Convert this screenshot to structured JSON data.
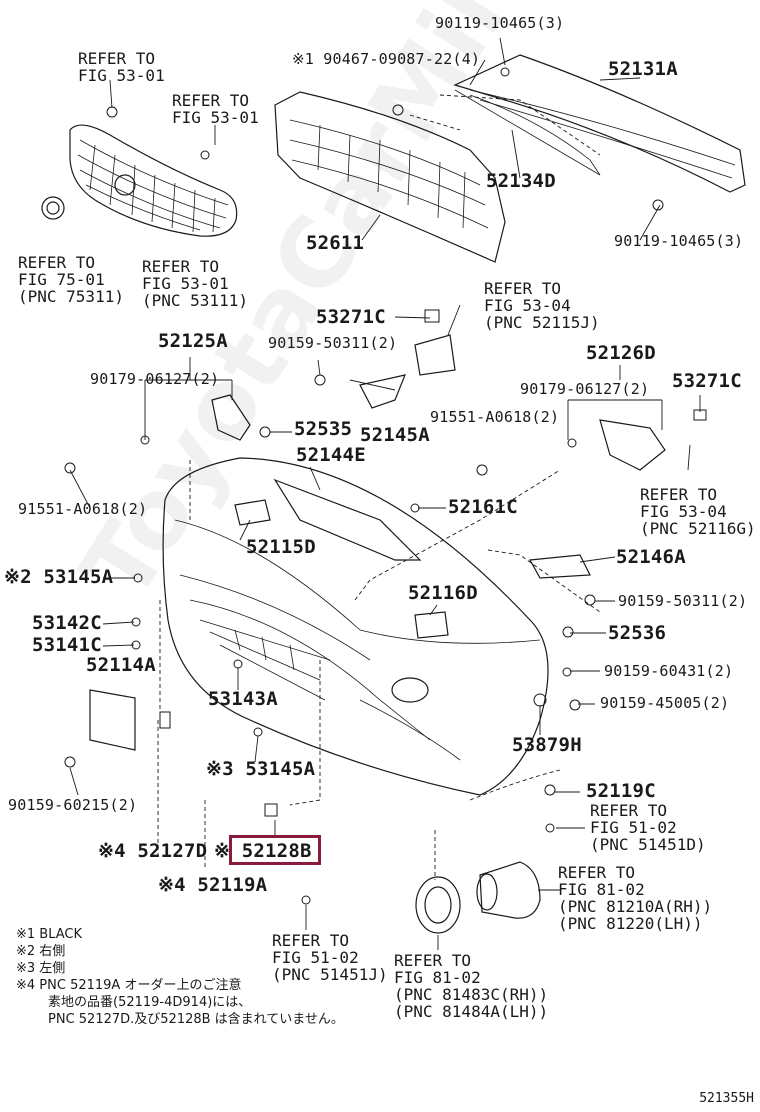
{
  "labels": {
    "p90119_top": "90119-10465(3)",
    "p90467": "※1 90467-09087-22(4)",
    "p52131A": "52131A",
    "p52134D": "52134D",
    "p52611": "52611",
    "p90119_right": "90119-10465(3)",
    "p53271C_a": "53271C",
    "p90159_50311_a": "90159-50311(2)",
    "p52145A": "52145A",
    "p52125A": "52125A",
    "p90179_a": "90179-06127(2)",
    "p52535": "52535",
    "p52144E": "52144E",
    "p91551_a": "91551-A0618(2)",
    "p52115D": "52115D",
    "p52161C": "52161C",
    "p52126D": "52126D",
    "p90179_b": "90179-06127(2)",
    "p53271C_b": "53271C",
    "p91551_b": "91551-A0618(2)",
    "p53145A_a": "※2 53145A",
    "p52146A": "52146A",
    "p52116D": "52116D",
    "p90159_50311_b": "90159-50311(2)",
    "p53142C": "53142C",
    "p52536": "52536",
    "p53141C": "53141C",
    "p90159_60431": "90159-60431(2)",
    "p52114A": "52114A",
    "p90159_45005": "90159-45005(2)",
    "p53143A": "53143A",
    "p53879H": "53879H",
    "p53145A_b": "※3 53145A",
    "p90159_60215": "90159-60215(2)",
    "p52119C": "52119C",
    "p52127D": "※4 52127D",
    "p52128B": "※ 52128B",
    "p52119A": "※4 52119A"
  },
  "refs": {
    "r1": "REFER TO\nFIG 53-01",
    "r2": "REFER TO\nFIG 53-01",
    "r3": "REFER TO\nFIG 75-01\n(PNC 75311)",
    "r4": "REFER TO\nFIG 53-01\n(PNC 53111)",
    "r5": "REFER TO\nFIG 53-04\n(PNC 52115J)",
    "r6": "REFER TO\nFIG 53-04\n(PNC 52116G)",
    "r7": "REFER TO\nFIG 51-02\n(PNC 51451D)",
    "r8": "REFER TO\nFIG 81-02\n(PNC 81210A(RH))\n(PNC 81220(LH))",
    "r9": "REFER TO\nFIG 51-02\n(PNC 51451J)",
    "r10": "REFER TO\nFIG 81-02\n(PNC 81483C(RH))\n(PNC 81484A(LH))"
  },
  "notes": {
    "n1": "※1 BLACK",
    "n2": "※2 右側",
    "n3": "※3 左側",
    "n4a": "※4 PNC 52119A オーダー上のご注意",
    "n4b": "素地の品番(52119-4D914)には、",
    "n4c": "PNC 52127D.及び52128B は含まれていません。"
  },
  "figure_code": "521355H",
  "watermark": "ToyotaCarMile.ru",
  "colors": {
    "highlight": "#8b1a3a",
    "ink": "#1a1a1a"
  }
}
